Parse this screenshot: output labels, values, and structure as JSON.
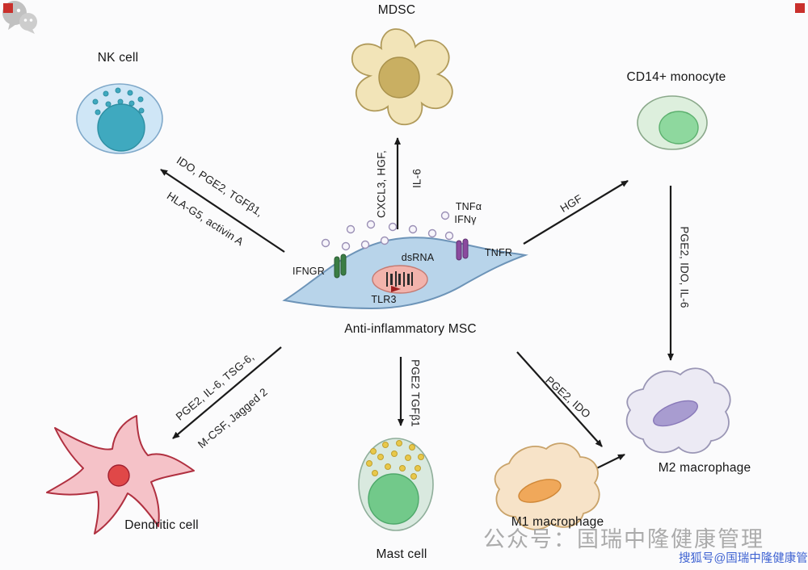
{
  "cells": {
    "nk": {
      "label": "NK cell"
    },
    "mdsc": {
      "label": "MDSC"
    },
    "monocyte": {
      "label": "CD14+ monocyte"
    },
    "msc": {
      "label": "Anti-inflammatory MSC"
    },
    "dendritic": {
      "label": "Dendritic cell"
    },
    "mast": {
      "label": "Mast cell"
    },
    "m1": {
      "label": "M1 macrophage"
    },
    "m2": {
      "label": "M2 macrophage"
    }
  },
  "msc_parts": {
    "tnfa": "TNFα",
    "ifng": "IFNγ",
    "tnfr": "TNFR",
    "ifngr": "IFNGR",
    "dsrna": "dsRNA",
    "tlr3": "TLR3"
  },
  "arrow_labels": {
    "to_nk_line1": "IDO, PGE2, TGFβ1,",
    "to_nk_line2": "HLA-G5, activin A",
    "to_mdsc_line1": "CXCL3, HGF,",
    "to_mdsc_line2": "IL-6",
    "to_monocyte": "HGF",
    "monocyte_to_m2": "PGE2, IDO, IL-6",
    "to_dendritic_line1": "PGE2, IL-6, TSG-6,",
    "to_dendritic_line2": "M-CSF, Jagged 2",
    "to_mast": "PGE2 TGFβ1",
    "to_m1": "PGE2, IDO"
  },
  "watermark": {
    "wechat": "公众号：国瑞中隆健康管理",
    "sohu": "搜狐号@国瑞中隆健康管理"
  },
  "colors": {
    "nk_body": "#cfe6f6",
    "nk_nucleus": "#3fa9bf",
    "mdsc_body": "#f2e4b8",
    "mdsc_nucleus": "#c9af62",
    "monocyte_body": "#ddefdd",
    "monocyte_nucleus": "#8ed89e",
    "msc_body": "#b8d4ea",
    "dsrna_fill": "#f2b3ac",
    "dendritic_body": "#f5c2c8",
    "dendritic_nucleus": "#e04848",
    "mast_body": "#d9e9df",
    "mast_nucleus": "#72c98a",
    "mast_granule": "#e8c84a",
    "m1_body": "#f7e3c8",
    "m1_nucleus": "#f0a85a",
    "m2_body": "#eceaf4",
    "m2_nucleus": "#a89cd0",
    "receptor_green": "#3a7d44",
    "receptor_purple": "#8b4a9e",
    "arrow": "#1a1a1a",
    "watermark_gray": "#a3a3a3",
    "sohu_blue": "#3f63d2",
    "corner_mark_red": "#c9302c"
  }
}
